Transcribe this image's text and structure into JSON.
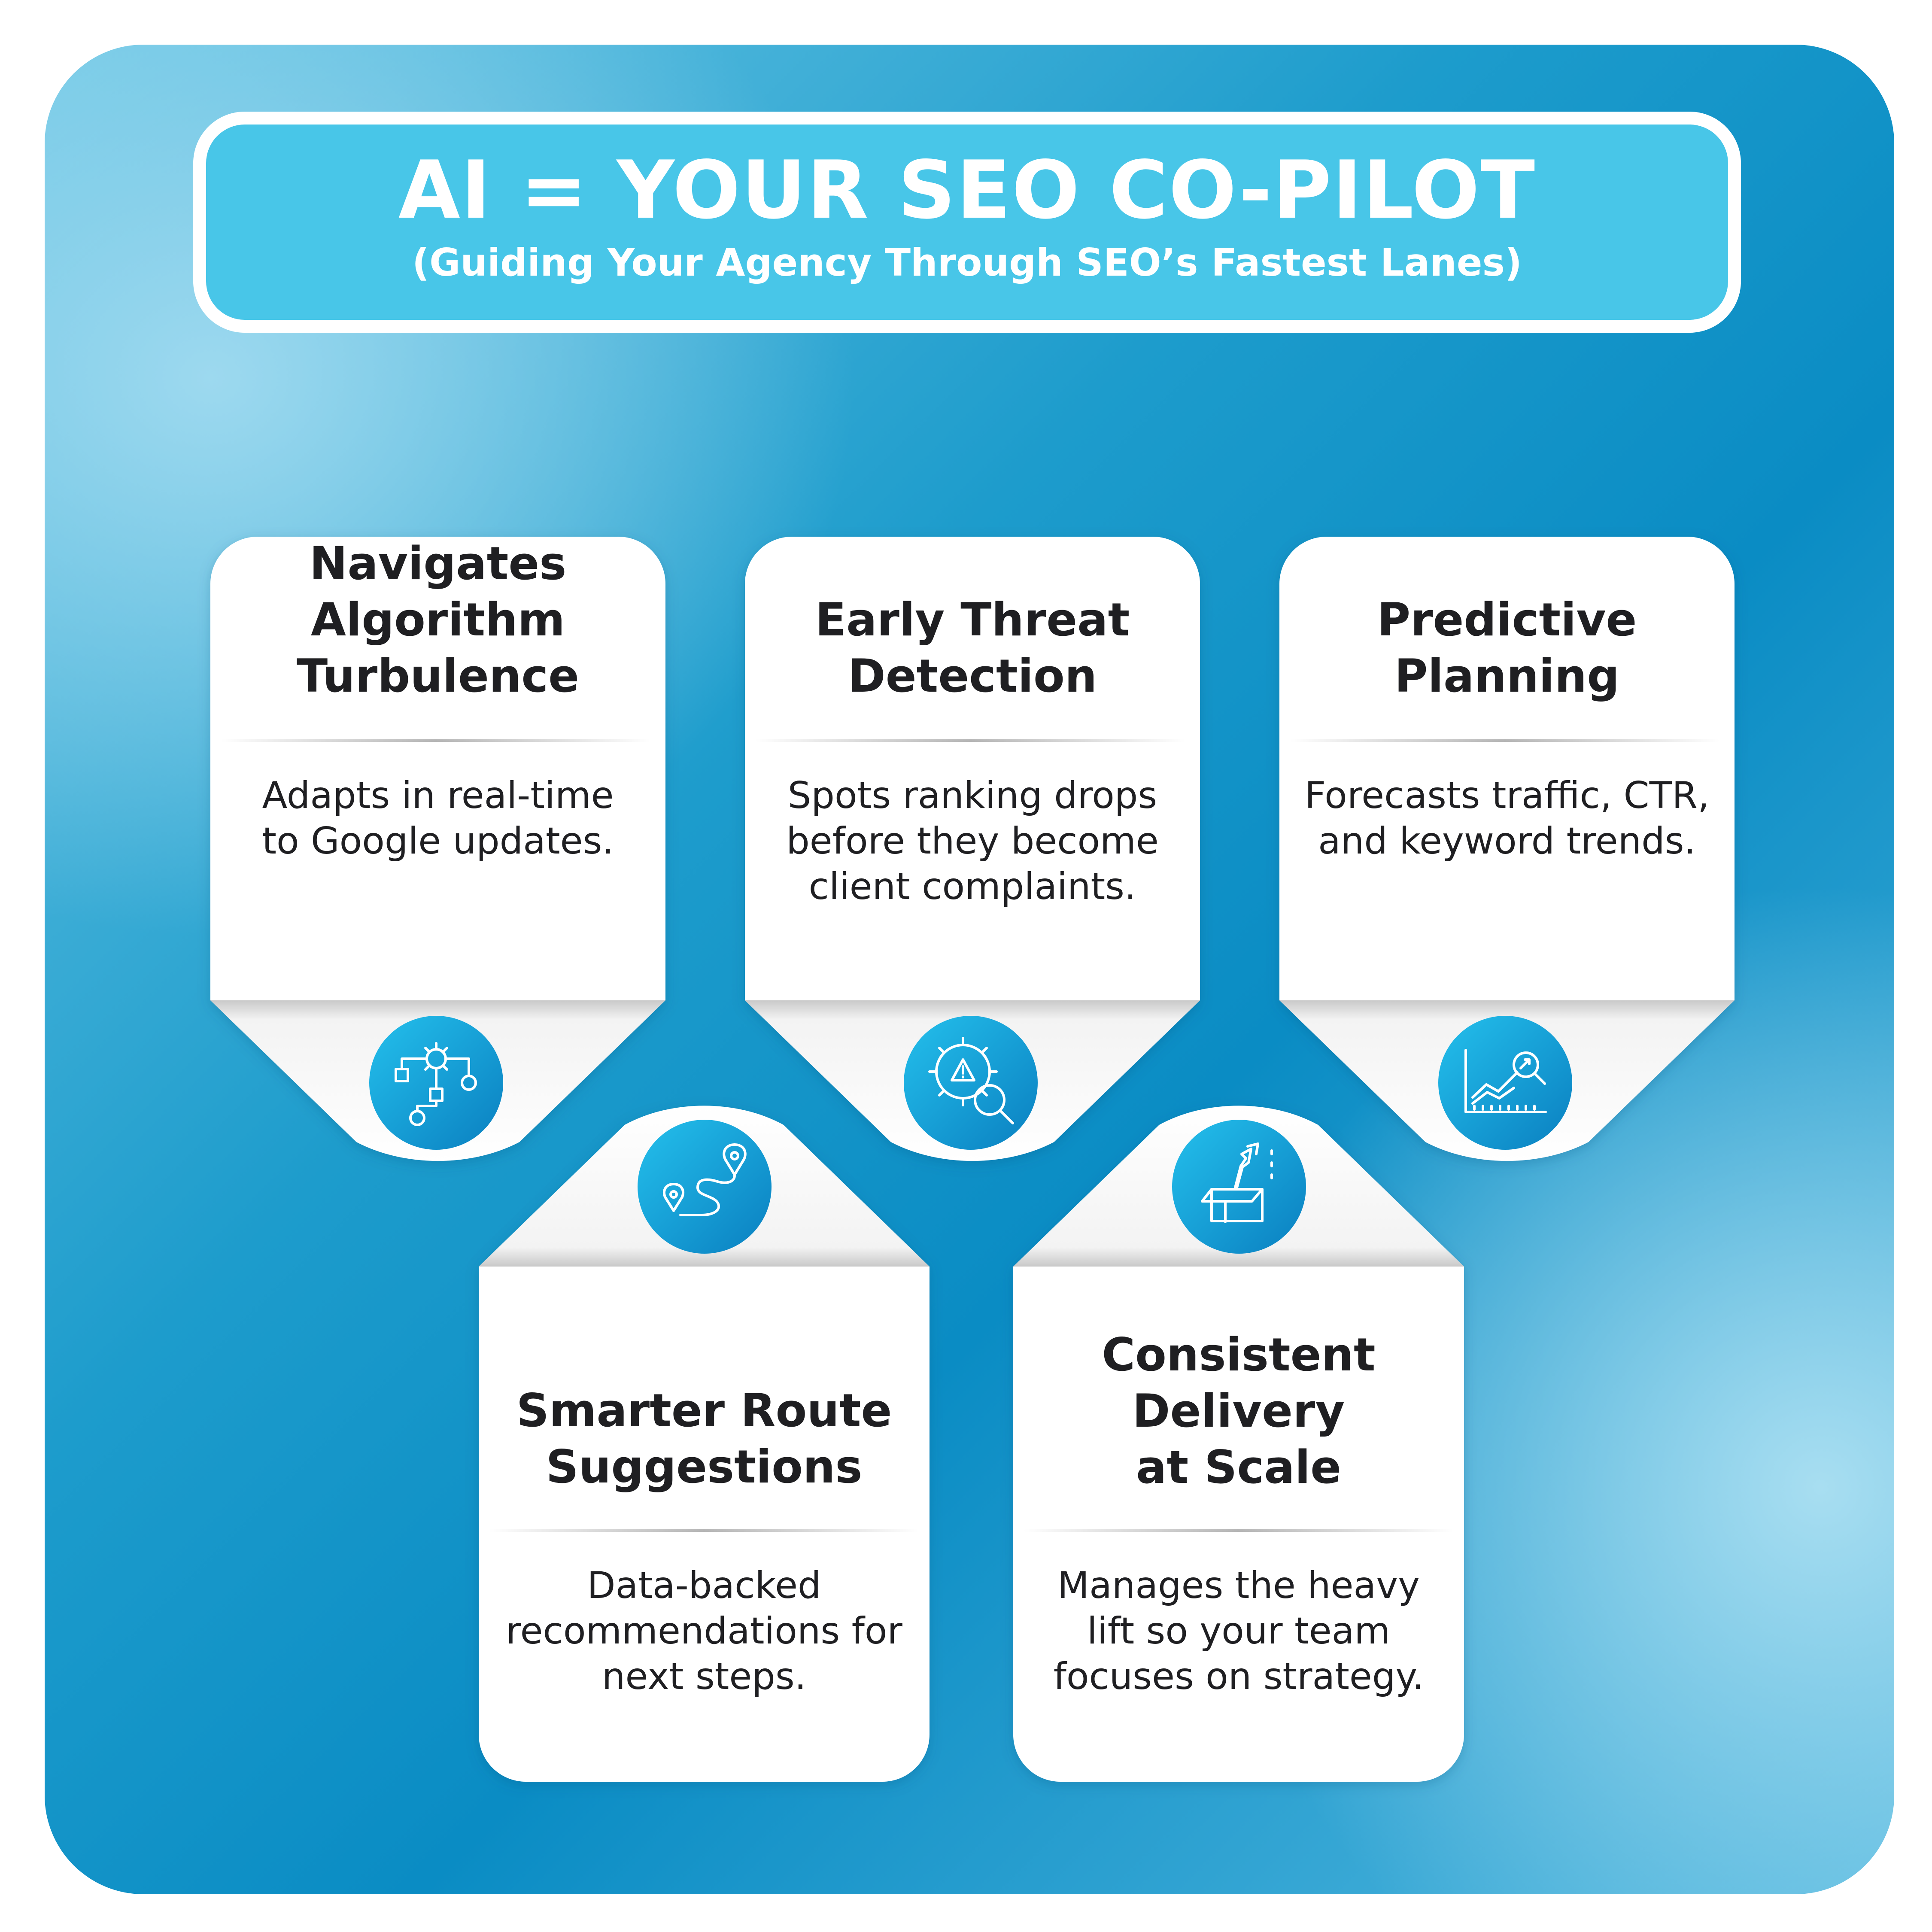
{
  "header": {
    "title": "AI = YOUR SEO CO-PILOT",
    "subtitle": "(Guiding Your Agency Through SEO’s Fastest Lanes)"
  },
  "cards": [
    {
      "title_lines": [
        "Navigates",
        "Algorithm",
        "Turbulence"
      ],
      "desc_lines": [
        "Adapts in real-time",
        "to Google updates."
      ],
      "icon": "gear-flowchart-icon"
    },
    {
      "title_lines": [
        "Early Threat",
        "Detection"
      ],
      "desc_lines": [
        "Spots ranking drops",
        "before they become",
        "client complaints."
      ],
      "icon": "gear-warning-magnifier-icon"
    },
    {
      "title_lines": [
        "Predictive",
        "Planning"
      ],
      "desc_lines": [
        "Forecasts traffic, CTR,",
        "and keyword trends."
      ],
      "icon": "trend-chart-magnifier-icon"
    },
    {
      "title_lines": [
        "Smarter Route",
        "Suggestions"
      ],
      "desc_lines": [
        "Data-backed",
        "recommendations for",
        "next steps."
      ],
      "icon": "route-pins-icon"
    },
    {
      "title_lines": [
        "Consistent",
        "Delivery",
        "at Scale"
      ],
      "desc_lines": [
        "Manages the heavy",
        "lift so your team",
        "focuses on strategy."
      ],
      "icon": "box-growth-arrow-icon"
    }
  ],
  "colors": {
    "panel_dark": "#0a8cc4",
    "panel_light": "#9dd9ef",
    "title_box": "#48c6e8",
    "text_dark": "#1f1f22",
    "icon_circle": "#0a7fc0"
  }
}
